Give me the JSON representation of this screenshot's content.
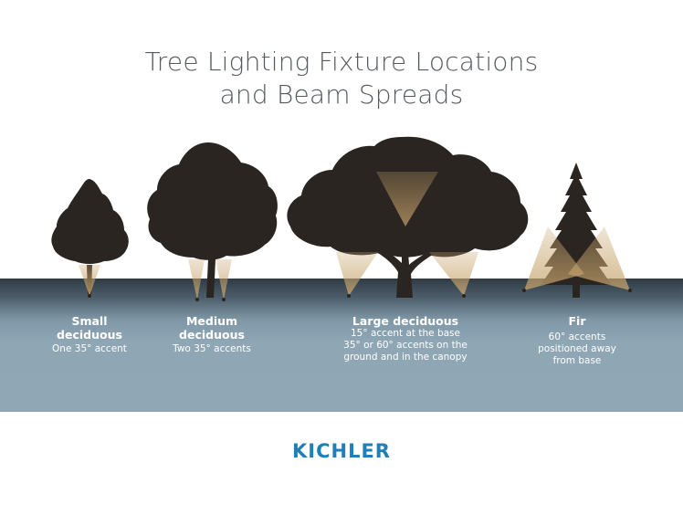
{
  "title": {
    "line1": "Tree Lighting Fixture Locations",
    "line2": "and Beam Spreads"
  },
  "trees": [
    {
      "name_line1": "Small",
      "name_line2": "deciduous",
      "desc": [
        "One 35° accent"
      ]
    },
    {
      "name_line1": "Medium",
      "name_line2": "deciduous",
      "desc": [
        "Two 35° accents"
      ]
    },
    {
      "name_line1": "Large deciduous",
      "name_line2": "",
      "desc": [
        "15° accent at the base",
        "35° or 60° accents on the",
        "ground and in the canopy"
      ]
    },
    {
      "name_line1": "Fir",
      "name_line2": "",
      "desc": [
        "60° accents",
        "positioned away",
        "from base"
      ]
    }
  ],
  "brand": {
    "logo_text": "KICHLER"
  },
  "colors": {
    "tree": "#2b2522",
    "beam": "#c7a46c",
    "ground": "#90a8b6",
    "title": "#555a5e",
    "brand": "#1f7fb8"
  }
}
